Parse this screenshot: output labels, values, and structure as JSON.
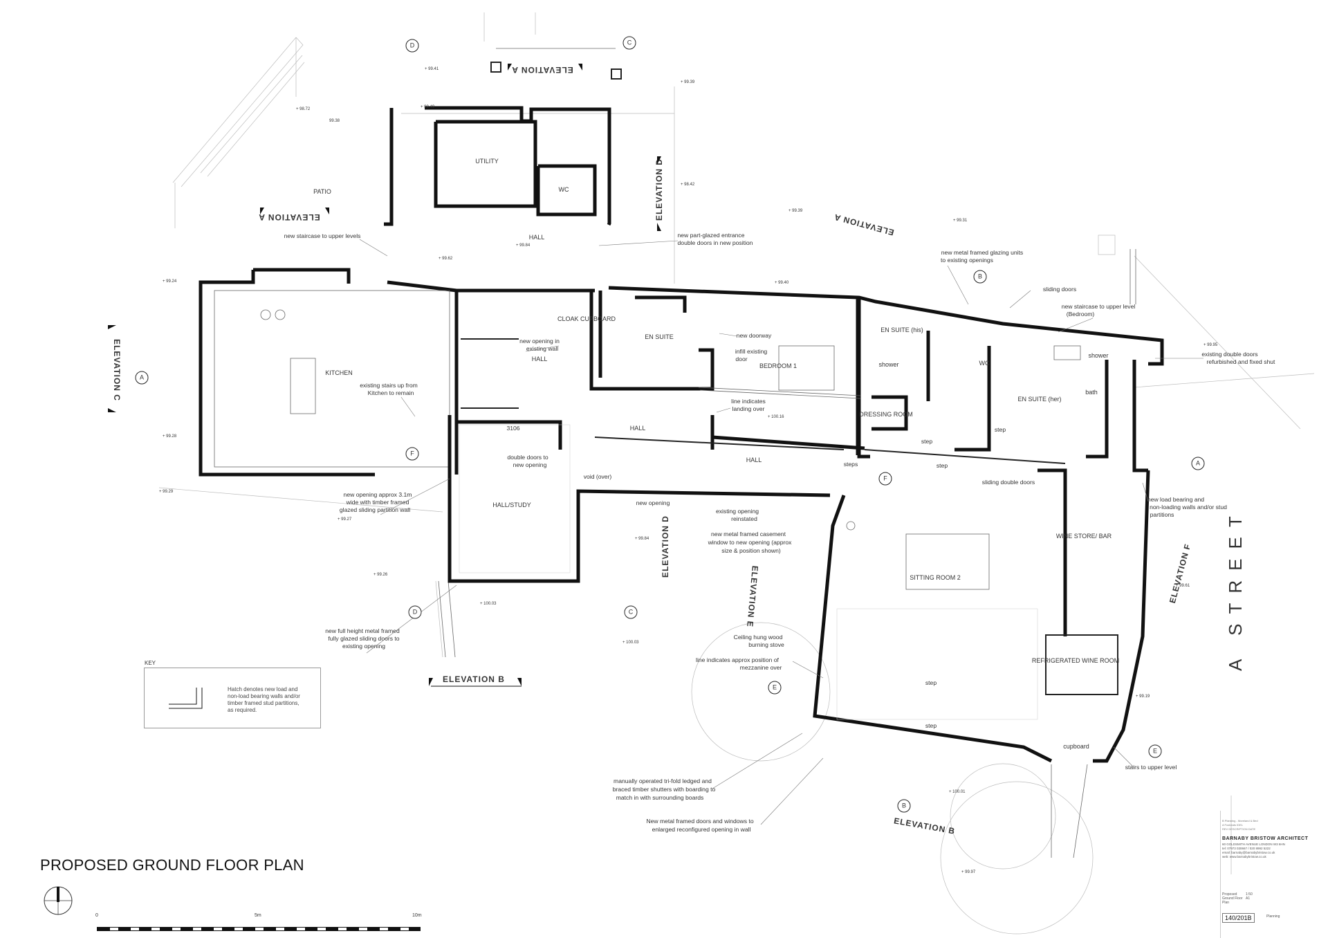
{
  "drawing": {
    "title": "PROPOSED GROUND FLOOR PLAN",
    "street_label": "A   STREET"
  },
  "rooms": {
    "utility": "UTILITY",
    "wc": "WC",
    "patio": "PATIO",
    "hall_north": "HALL",
    "kitchen": "KITCHEN",
    "cloak_cupboard": "CLOAK CUPBOARD",
    "en_suite_1": "EN SUITE",
    "bedroom_1": "BEDROOM 1",
    "hall_central": "HALL",
    "hall_main": "HALL",
    "hall_east": "HALL",
    "hall_study": "HALL/STUDY",
    "en_suite_his": "EN SUITE (his)",
    "en_suite_her": "EN SUITE (her)",
    "wc_2": "WC",
    "dressing_room": "DRESSING ROOM",
    "bath": "bath",
    "shower_1": "shower",
    "shower_2": "shower",
    "sitting_room_2": "SITTING ROOM 2",
    "wine_store": "WINE STORE/ BAR",
    "refrigerated_wine_room": "REFRIGERATED WINE ROOM",
    "cupboard": "cupboard"
  },
  "notes": {
    "new_staircase": "new staircase to upper levels",
    "part_glazed_line1": "new part-glazed entrance",
    "part_glazed_line2": "double doors in new position",
    "new_opening_wall_line1": "new opening  in",
    "new_opening_wall_line2": "existing wall",
    "new_doorway": "new doorway",
    "infill_door_line1": "infill existing",
    "infill_door_line2": "door",
    "existing_stairs_line1": "existing stairs up from",
    "existing_stairs_line2": "Kitchen to remain",
    "landing_line1": "line indicates",
    "landing_line2": "landing over",
    "double_doors_line1": "double doors to",
    "double_doors_line2": "new opening",
    "void": "void (over)",
    "new_opening_31_line1": "new opening approx 3.1m",
    "new_opening_31_line2": "wide  with timber framed",
    "new_opening_31_line3": "glazed sliding partition wall",
    "new_opening": "new opening",
    "reinstated_line1": "existing opening",
    "reinstated_line2": "reinstated",
    "casement_line1": "new metal framed casement",
    "casement_line2": "window to new opening (approx",
    "casement_line3": "size & position shown)",
    "sliding_doors_full_line1": "new full height metal framed",
    "sliding_doors_full_line2": "fully glazed sliding doors to",
    "sliding_doors_full_line3": "existing opening",
    "stove_line1": "Ceiling hung wood",
    "stove_line2": "burning stove",
    "mezzanine_line1": "line indicates approx  position of",
    "mezzanine_line2": "mezzanine over",
    "glazing_units_line1": "new metal framed glazing units",
    "glazing_units_line2": "to existing openings",
    "sliding_doors": "sliding doors",
    "staircase_upper_line1": "new staircase to upper level",
    "staircase_upper_line2": "(Bedroom)",
    "existing_double_doors_line1": "existing double doors",
    "existing_double_doors_line2": "refurbished and fixed shut",
    "load_bearing_line1": "new load bearing and",
    "load_bearing_line2": "non-loading walls and/or stud",
    "load_bearing_line3": "partitions",
    "sliding_double_doors": "sliding double doors",
    "steps": "steps",
    "step_1": "step",
    "step_2": "step",
    "step_3": "step",
    "step_4": "step",
    "step_5": "step",
    "stairs_upper": "stairs to upper level",
    "shutters_line1": "manually operated tri-fold ledged and",
    "shutters_line2": "braced timber shutters with boarding to",
    "shutters_line3": "match in with surrounding boards",
    "metal_doors_line1": "New metal framed doors and windows to",
    "metal_doors_line2": "enlarged reconfigured opening in wall",
    "dim_3106": "3106"
  },
  "elevations": {
    "a_top": "ELEVATION A",
    "a_patio": "ELEVATION A",
    "a_mid": "ELEVATION A",
    "d_top": "ELEVATION D",
    "d_mid": "ELEVATION D",
    "c": "ELEVATION C",
    "b_left": "ELEVATION B",
    "b_right": "ELEVATION B",
    "e": "ELEVATION E",
    "f": "ELEVATION F"
  },
  "section_markers": {
    "d1": "D",
    "c1": "C",
    "a1": "A",
    "b1": "B",
    "f1": "F",
    "f2": "F",
    "a2": "A",
    "d2": "D",
    "c2": "C",
    "e1": "E",
    "e2": "E",
    "b2": "B"
  },
  "levels": {
    "l1": "+ 99.41",
    "l2": "+ 98.72",
    "l3": "99.38",
    "l4": "+ 99.39",
    "l5": "+ 99.49",
    "l6": "+ 98.42",
    "l7": "+ 99.39",
    "l8": "+ 99.31",
    "l9": "+ 99.84",
    "l10": "+ 99.62",
    "l11": "+ 99.24",
    "l12": "+ 99.28",
    "l13": "+ 99.29",
    "l14": "+ 99.40",
    "l15": "+ 100.16",
    "l16": "+ 99.84",
    "l17": "+ 100.03",
    "l18": "+ 100.03",
    "l19": "+ 100.01",
    "l20": "+ 99.19",
    "l21": "+ 99.27",
    "l22": "+ 99.26",
    "l23": "+ 99.95",
    "l24": "+ 99.61",
    "l25": "+ 99.97"
  },
  "key": {
    "title": "KEY",
    "text_line1": "Hatch denotes new load and",
    "text_line2": "non-load bearing walls and/or",
    "text_line3": "timber framed stud partitions,",
    "text_line4": "as required."
  },
  "scale_bar": {
    "start": "0",
    "mid": "5m",
    "end": "10m"
  },
  "title_block": {
    "rev_line1": "B    Planning - Moreland & Bed",
    "rev_line2": "A    Fusbeats IDEL",
    "rev_line3": "REV  DESCRIPTION                          DATE",
    "firm": "BARNABY BRISTOW ARCHITECT",
    "address_line1": "60 GOLDSMITH AVENUE    LONDON    W3 6HN",
    "address_line2": "tel:    07973 030667 / 020 8992 5222",
    "address_line3": "email:   barnaby@barnabybristow.co.uk",
    "address_line4": "web:    www.barnabybristow.co.uk",
    "drawing_line1": "Proposed",
    "drawing_line2": "Ground Floor",
    "drawing_line3": "Plan",
    "scale_line1": "1:50",
    "scale_line2": "A1",
    "drawing_no": "140/201B",
    "status": "Planning"
  }
}
